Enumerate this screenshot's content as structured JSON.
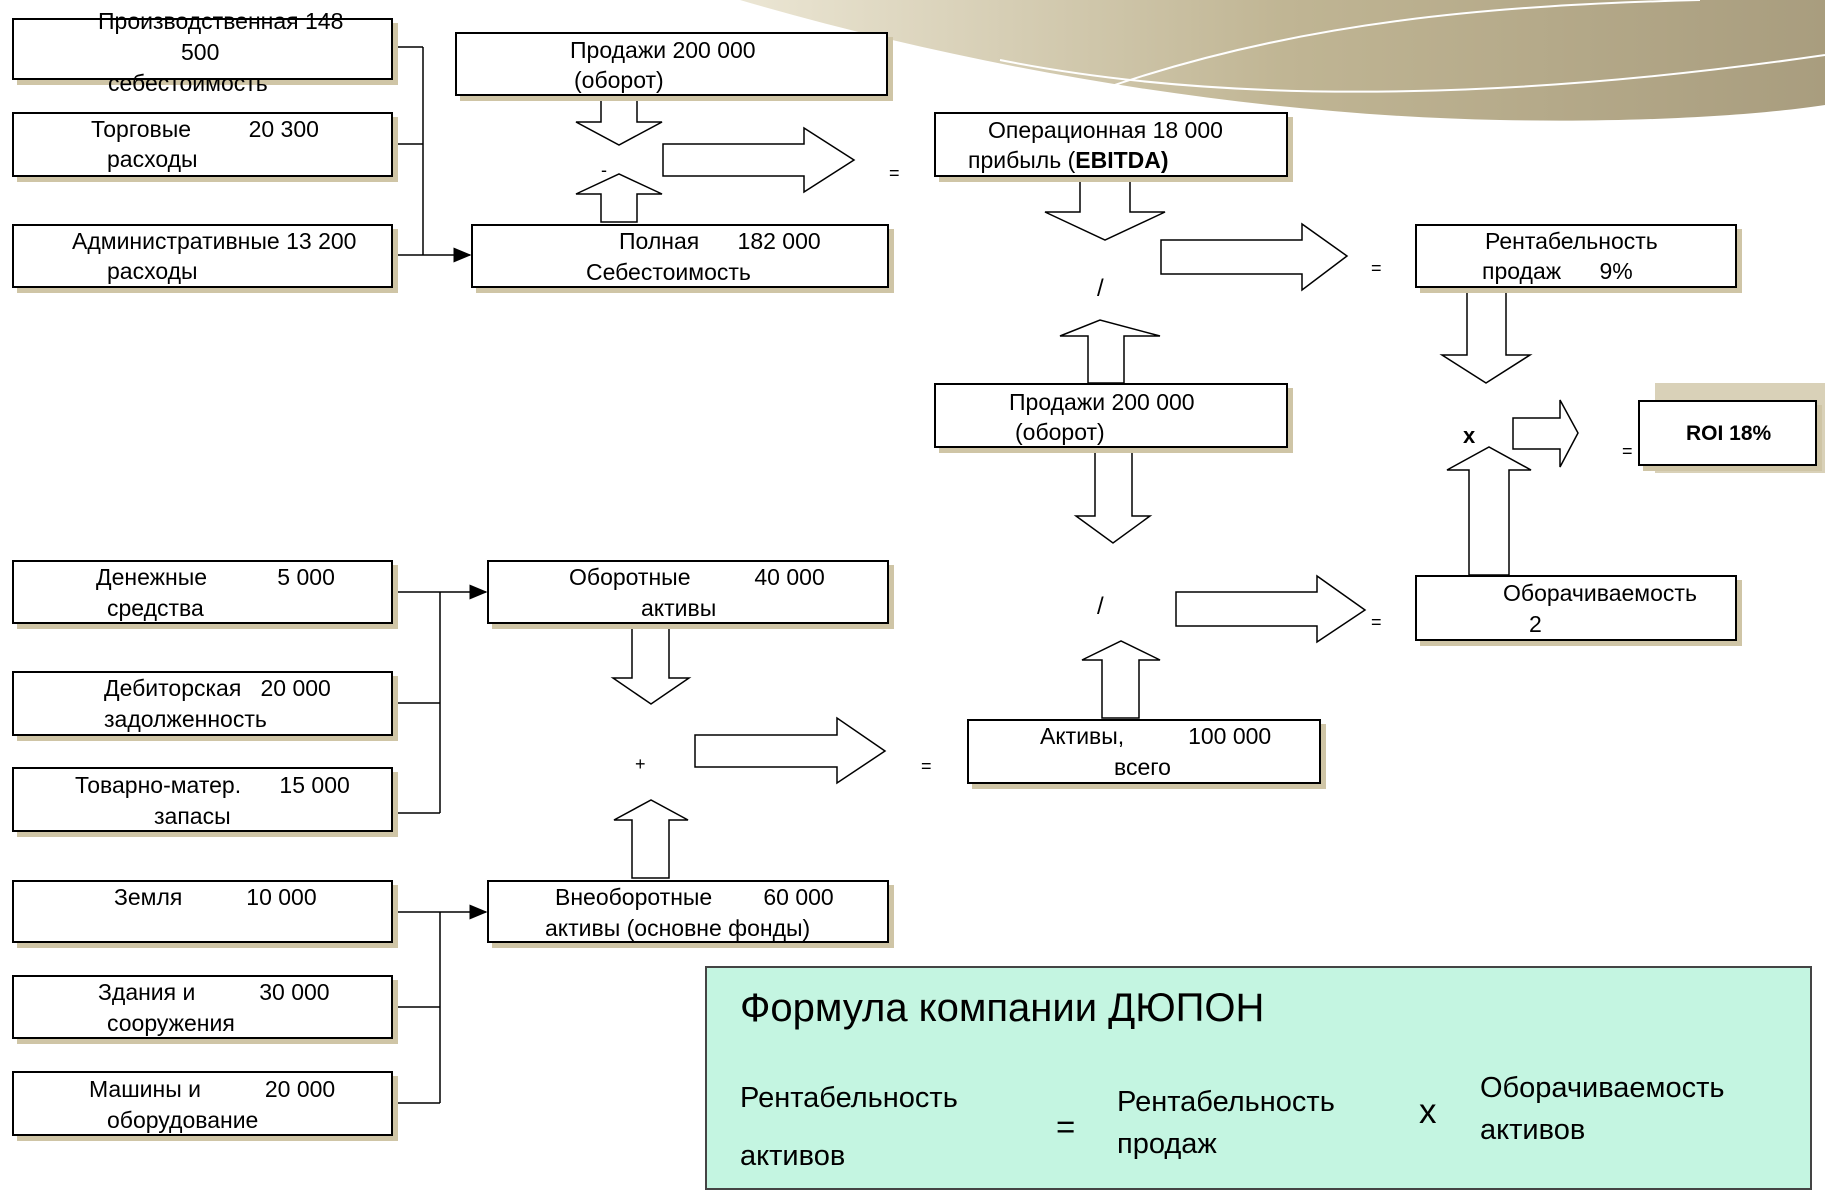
{
  "costs": {
    "production": {
      "l1": "Производственная 148",
      "l2": "500",
      "l3": "себестоимость"
    },
    "selling": {
      "l1": "Торговые         20 300",
      "l2": "расходы"
    },
    "admin": {
      "l1": "Административные 13 200",
      "l2": "расходы"
    }
  },
  "sales_top": {
    "l1": "Продажи 200 000",
    "l2": "(оборот)"
  },
  "total_cost": {
    "l1": "Полная      182 000",
    "l2": "Себестоимость"
  },
  "operating_profit": {
    "l1": "Операционная 18 000",
    "l2_a": "прибыль (",
    "l2_b": "EBITDA)"
  },
  "sales_mid": {
    "l1": "Продажи 200 000",
    "l2": "(оборот)"
  },
  "return_on_sales": {
    "l1": "Рентабельность",
    "l2": "продаж      9%"
  },
  "roi": {
    "label": "ROI 18%"
  },
  "turnover": {
    "l1": "Оборачиваемость",
    "l2": "2"
  },
  "assets": {
    "cash": {
      "l1": "Денежные           5 000",
      "l2": "средства"
    },
    "receivables": {
      "l1": "Дебиторская   20 000",
      "l2": "задолженность"
    },
    "inventory": {
      "l1": "Товарно-матер.      15 000",
      "l2": "запасы"
    },
    "current": {
      "l1": "Оборотные          40 000",
      "l2": "активы"
    },
    "land": {
      "l1": "Земля          10 000"
    },
    "buildings": {
      "l1": "Здания и          30 000",
      "l2": "сооружения"
    },
    "machinery": {
      "l1": "Машины и          20 000",
      "l2": "оборудование"
    },
    "noncurrent": {
      "l1": "Внеоборотные        60 000",
      "l2": "активы (основне фонды)"
    },
    "total": {
      "l1": "Активы,          100 000",
      "l2": "всего"
    }
  },
  "operators": {
    "minus": "-",
    "eq1": "=",
    "div1": "/",
    "eq2": "=",
    "mult": "x",
    "eq3": "=",
    "div2": "/",
    "eq4": "=",
    "plus": "+",
    "eq5": "="
  },
  "formula": {
    "title": "Формула компании ДЮПОН",
    "left_l1": "Рентабельность",
    "left_l2": "активов",
    "eq": "=",
    "mid_l1": "Рентабельность",
    "mid_l2": "продаж",
    "x": "x",
    "right_l1": "Оборачиваемость",
    "right_l2": "активов"
  },
  "colors": {
    "shadow": "#cfc5a6",
    "formula_bg": "#c4f5e1",
    "swoosh": "#b7ab86"
  }
}
